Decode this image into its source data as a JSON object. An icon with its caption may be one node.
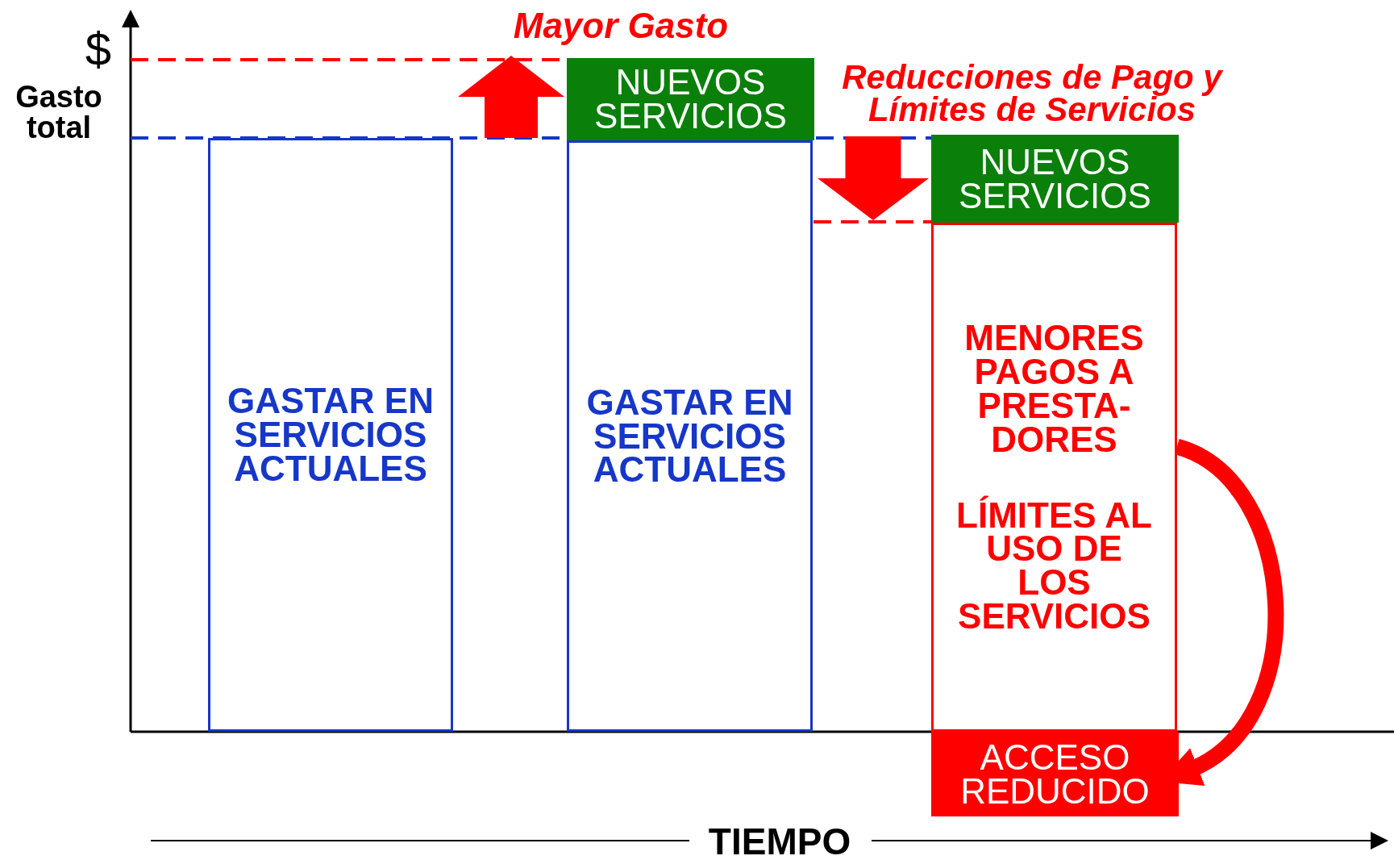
{
  "diagram": {
    "nodes": [
      {
        "text": [
          "GASTAR EN SERVICIOS ACTUALES"
        ]
      },
      {
        "text": [
          "NUEVOS SERVICIOS"
        ]
      },
      {
        "text": [
          "GASTAR EN SERVICIOS ACTUALES"
        ]
      },
      {
        "text": [
          "NUEVOS SERVICIOS"
        ]
      },
      {
        "text": [
          "MENORES PAGOS A PRESTA- DORES",
          "LÍMITES AL USO DE LOS SERVICIOS"
        ]
      },
      {
        "text": [
          "ACCESO REDUCIDO"
        ]
      }
    ],
    "edges": [
      {
        "from": 0,
        "to": 1,
        "arrow": "to"
      },
      {
        "from": 3,
        "to": 2,
        "arrow": "to"
      },
      {
        "from": 4,
        "to": 5,
        "arrow": "to"
      }
    ],
    "labels": [
      "$",
      "Gasto total",
      "Mayor Gasto",
      "Reducciones de Pago y Límites de Servicios",
      "TIEMPO"
    ]
  }
}
